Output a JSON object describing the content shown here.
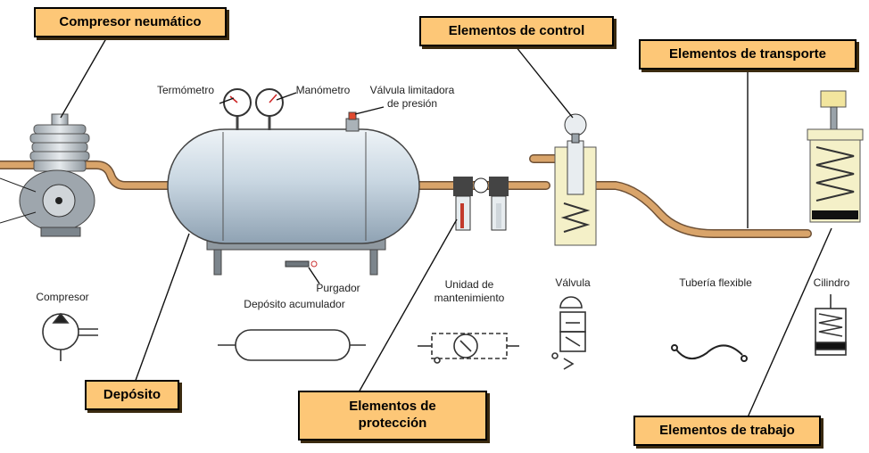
{
  "callouts": {
    "compresor": "Compresor neumático",
    "control": "Elementos de control",
    "transporte": "Elementos de transporte",
    "deposito": "Depósito",
    "proteccion": "Elementos de protección",
    "trabajo": "Elementos de trabajo"
  },
  "labels": {
    "termometro": "Termómetro",
    "manometro": "Manómetro",
    "valvula_limitadora": "Válvula limitadora de presión",
    "purgador": "Purgador",
    "compresor": "Compresor",
    "deposito_acumulador": "Depósito acumulador",
    "unidad_mantenimiento": "Unidad de mantenimiento",
    "valvula": "Válvula",
    "tuberia_flexible": "Tubería flexible",
    "cilindro": "Cilindro"
  },
  "colors": {
    "callout_fill": "#fdc777",
    "pipe": "#d9a46a",
    "tank": "#b7c8d6",
    "valve_body": "#f4f0c8"
  }
}
